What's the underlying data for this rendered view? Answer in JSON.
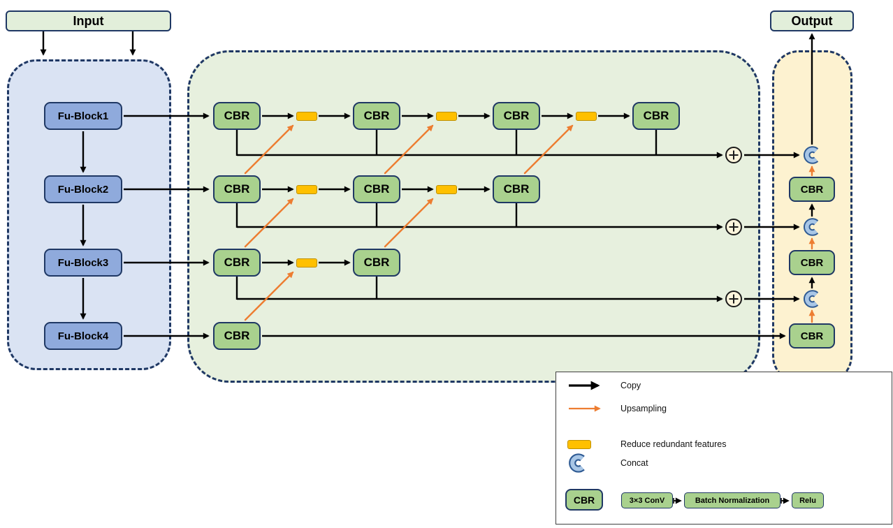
{
  "diagram": {
    "input_label": "Input",
    "output_label": "Output",
    "cbr_label": "CBR",
    "encoder_blocks": [
      {
        "label": "Fu-Block1"
      },
      {
        "label": "Fu-Block2"
      },
      {
        "label": "Fu-Block3"
      },
      {
        "label": "Fu-Block4"
      }
    ],
    "cbr_grid_rows": [
      4,
      3,
      2,
      1
    ],
    "decoder_column_cbr_count": 3,
    "concat_icon_count": 3,
    "add_icon_count": 3,
    "reduce_bar_count": 6,
    "colors": {
      "panel_border_navy": "#1f3864",
      "encoder_panel_blue": "#dae3f3",
      "feature_panel_green": "#e7f0de",
      "decoder_panel_yellow": "#fdf2d0",
      "fu_block_blue": "#8faadc",
      "cbr_green": "#a9d18e",
      "io_box_green": "#e2efda",
      "copy_arrow_black": "#000000",
      "upsample_arrow_orange": "#ed7d31",
      "reduce_bar_yellow": "#ffc000",
      "concat_icon_blue": "#a8c6e6"
    }
  },
  "legend": {
    "items": [
      {
        "icon": "copy-arrow-icon",
        "label": "Copy"
      },
      {
        "icon": "upsample-arrow-icon",
        "label": "Upsampling"
      },
      {
        "icon": "reduce-bar-icon",
        "label": "Reduce redundant features"
      },
      {
        "icon": "concat-icon",
        "label": "Concat"
      },
      {
        "icon": "cbr-box-icon",
        "label": "CBR"
      }
    ],
    "cbr_pipeline": [
      "3×3 ConV",
      "Batch Normalization",
      "Relu"
    ]
  }
}
